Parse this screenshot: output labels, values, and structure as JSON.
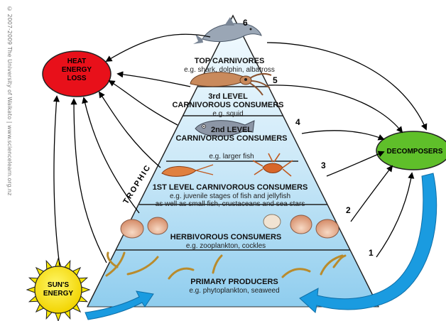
{
  "copyright": "© 2007-2009 The University of Waikato | www.sciencelearn.org.nz",
  "nodes": {
    "heat": "HEAT\nENERGY\nLOSS",
    "decomposers": "DECOMPOSERS",
    "sun": "SUN'S\nENERGY"
  },
  "trophic_label": "TROPHIC",
  "levels": [
    {
      "num": "6",
      "title": "TOP CARNIVORES",
      "example": "e.g. shark, dolphin, albatross"
    },
    {
      "num": "5",
      "title": "3rd LEVEL\nCARNIVOROUS CONSUMERS",
      "example": "e.g. squid"
    },
    {
      "num": "4",
      "title": "2nd LEVEL\nCARNIVOROUS CONSUMERS",
      "example": "e.g. larger fish"
    },
    {
      "num": "3",
      "title": "1ST LEVEL CARNIVOROUS CONSUMERS",
      "example": "e.g. juvenile stages of fish and jellyfish\nas well as small fish, crustaceans and sea stars"
    },
    {
      "num": "2",
      "title": "HERBIVOROUS CONSUMERS",
      "example": "e.g. zooplankton, cockles"
    },
    {
      "num": "1",
      "title": "PRIMARY PRODUCERS",
      "example": "e.g. phytoplankton, seaweed"
    }
  ],
  "colors": {
    "heat_fill": "#e8101a",
    "decomposer_fill": "#5fbf2a",
    "sun_fill": "#f7e600",
    "water_top": "#eef7fd",
    "water_bottom": "#8fcdee",
    "arrow_blue": "#1a9be0"
  }
}
